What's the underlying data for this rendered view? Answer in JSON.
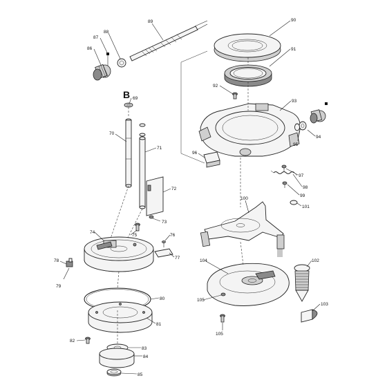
{
  "section_label": "B",
  "part_numbers": {
    "p69": "69",
    "p70": "70",
    "p71": "71",
    "p72": "72",
    "p73": "73",
    "p74": "74",
    "p75": "75",
    "p76": "76",
    "p77": "77",
    "p78": "78",
    "p79": "79",
    "p80": "80",
    "p81": "81",
    "p82": "82",
    "p83": "83",
    "p84": "84",
    "p85": "85",
    "p86": "86",
    "p87": "87",
    "p88": "88",
    "p89": "89",
    "p90": "90",
    "p91": "91",
    "p92": "92",
    "p93": "93",
    "p94": "94",
    "p95": "95",
    "p96": "96",
    "p97": "97",
    "p98": "98",
    "p99": "99",
    "p100": "100",
    "p101": "101",
    "p102": "102",
    "p103": "103",
    "p104": "104",
    "p105a": "105",
    "p105b": "105"
  }
}
